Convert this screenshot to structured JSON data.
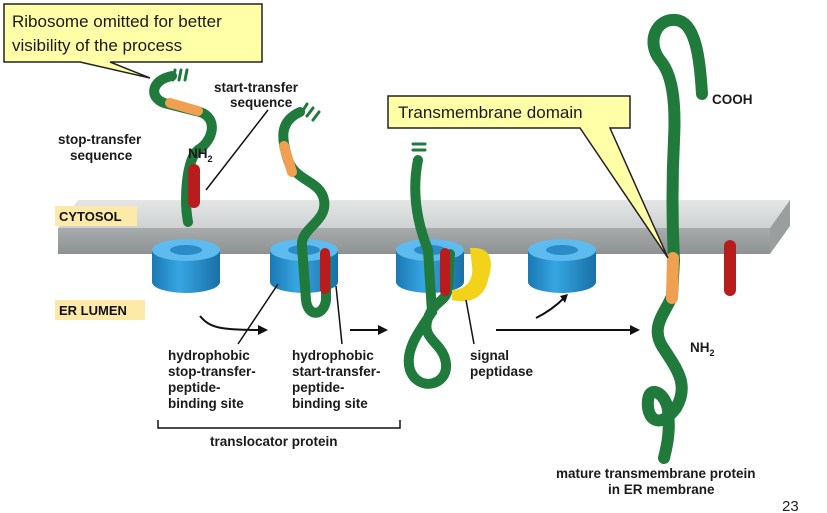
{
  "callouts": {
    "ribosome_line1": "Ribosome omitted for better",
    "ribosome_line2": "visibility of the process",
    "transmembrane": "Transmembrane domain"
  },
  "regions": {
    "cytosol": "CYTOSOL",
    "er_lumen": "ER LUMEN"
  },
  "labels": {
    "start_transfer": [
      "start-transfer",
      "sequence"
    ],
    "stop_transfer": [
      "stop-transfer",
      "sequence"
    ],
    "nh2": "NH",
    "nh2_sub": "2",
    "nh2_bottom": "NH",
    "nh2_bottom_sub": "2",
    "cooh": "COOH",
    "hydrophobic_stop": [
      "hydrophobic",
      "stop-transfer-",
      "peptide-",
      "binding site"
    ],
    "hydrophobic_start": [
      "hydrophobic",
      "start-transfer-",
      "peptide-",
      "binding site"
    ],
    "signal_peptidase": [
      "signal",
      "peptidase"
    ],
    "translocator": "translocator protein",
    "mature": [
      "mature transmembrane protein",
      "in ER membrane"
    ]
  },
  "page_number": "23",
  "colors": {
    "protein": "#1f7a3c",
    "stop_transfer": "#f0a050",
    "start_transfer": "#b81c1c",
    "translocator": "#2a9ad6",
    "membrane": "#b9bcbc",
    "callout_fill": "#ffffa8",
    "peptidase": "#f3d21a"
  }
}
